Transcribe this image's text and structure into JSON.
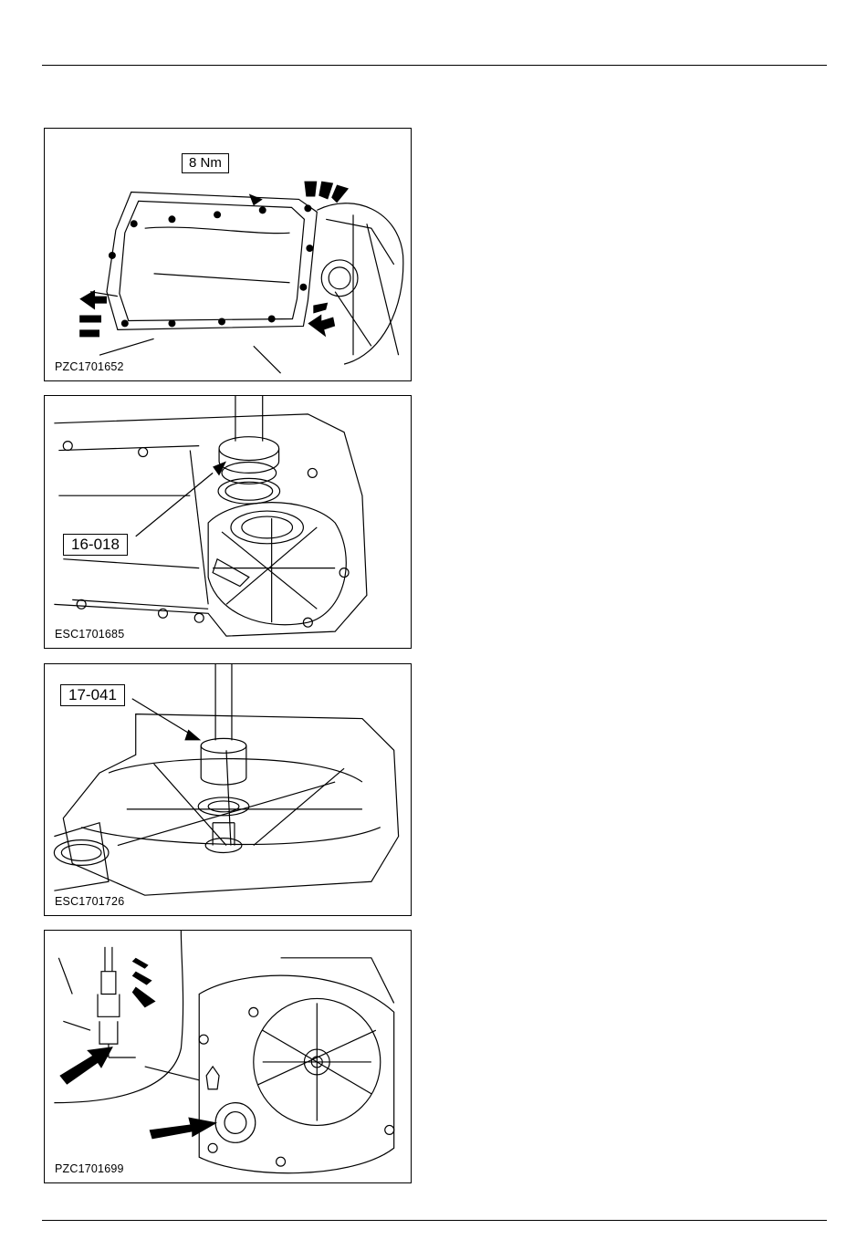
{
  "figures": [
    {
      "caption": "PZC1701652",
      "label": "8 Nm",
      "label_kind": "torque"
    },
    {
      "caption": "ESC1701685",
      "label": "16-018",
      "label_kind": "special-tool"
    },
    {
      "caption": "ESC1701726",
      "label": "17-041",
      "label_kind": "special-tool"
    },
    {
      "caption": "PZC1701699"
    }
  ]
}
